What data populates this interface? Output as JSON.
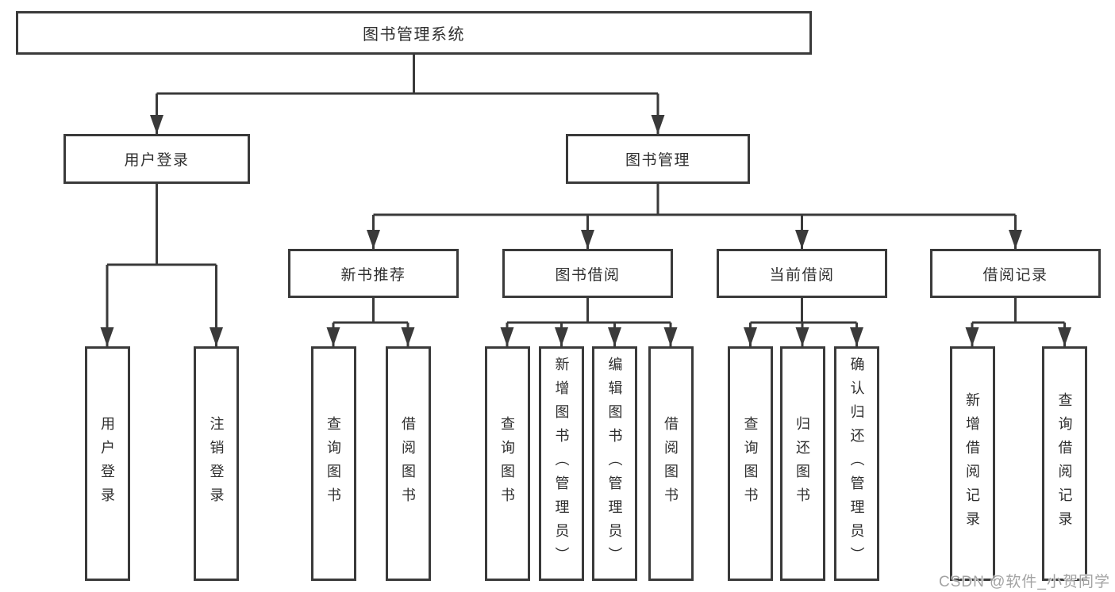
{
  "tree": {
    "label": "图书管理系统",
    "children": [
      {
        "label": "用户登录",
        "children": [
          {
            "label": "用户登录"
          },
          {
            "label": "注销登录"
          }
        ]
      },
      {
        "label": "图书管理",
        "children": [
          {
            "label": "新书推荐",
            "children": [
              {
                "label": "查询图书"
              },
              {
                "label": "借阅图书"
              }
            ]
          },
          {
            "label": "图书借阅",
            "children": [
              {
                "label": "查询图书"
              },
              {
                "label": "新增图书（管理员）"
              },
              {
                "label": "编辑图书（管理员）"
              },
              {
                "label": "借阅图书"
              }
            ]
          },
          {
            "label": "当前借阅",
            "children": [
              {
                "label": "查询图书"
              },
              {
                "label": "归还图书"
              },
              {
                "label": "确认归还（管理员）"
              }
            ]
          },
          {
            "label": "借阅记录",
            "children": [
              {
                "label": "新增借阅记录"
              },
              {
                "label": "查询借阅记录"
              }
            ]
          }
        ]
      }
    ]
  },
  "watermark": "CSDN @软件_小贺同学",
  "colors": {
    "line": "#3a3a3a",
    "box_border": "#3a3a3a",
    "text": "#2f2f2f",
    "watermark": "#a3a3a3",
    "background": "#ffffff"
  }
}
